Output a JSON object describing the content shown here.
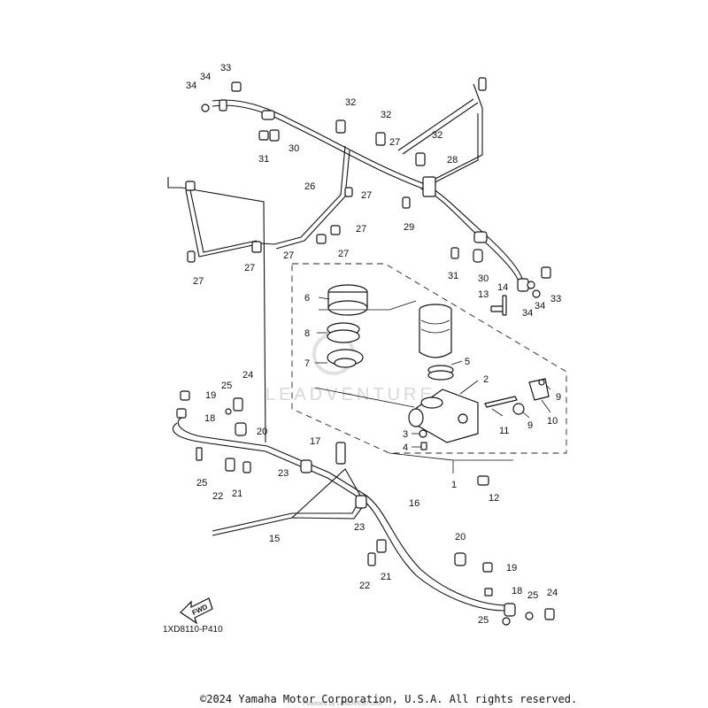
{
  "diagram_code": "1XD8110-P410",
  "copyright": "©2024 Yamaha Motor Corporation, U.S.A. All rights reserved.",
  "watermark": "LEADVENTURE",
  "watermark_sub": "Powered by LEADVENTURE",
  "fwd_label": "FWD",
  "callouts": [
    "1",
    "2",
    "3",
    "4",
    "5",
    "6",
    "7",
    "8",
    "9",
    "10",
    "11",
    "12",
    "13",
    "14",
    "15",
    "16",
    "17",
    "18",
    "19",
    "20",
    "21",
    "22",
    "23",
    "24",
    "25",
    "26",
    "27",
    "28",
    "29",
    "30",
    "31",
    "32",
    "33",
    "34"
  ]
}
